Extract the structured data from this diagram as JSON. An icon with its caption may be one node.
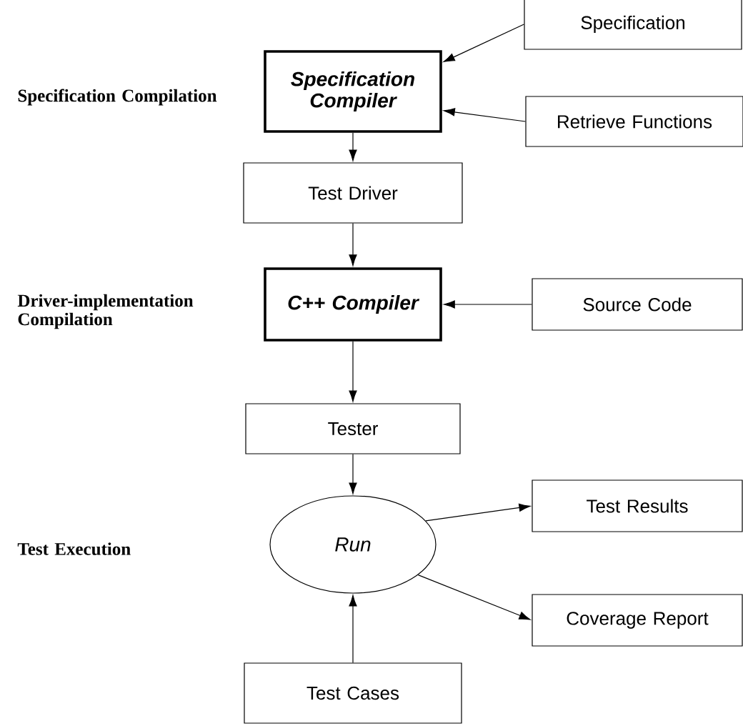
{
  "diagram": {
    "nodes": [
      {
        "text": [
          "Specification"
        ]
      },
      {
        "text": [
          "Specification Compiler"
        ]
      },
      {
        "text": [
          "Retrieve Functions"
        ]
      },
      {
        "text": [
          "Test Driver"
        ]
      },
      {
        "text": [
          "C++ Compiler"
        ]
      },
      {
        "text": [
          "Source Code"
        ]
      },
      {
        "text": [
          "Tester"
        ]
      },
      {
        "text": [
          "Run"
        ]
      },
      {
        "text": [
          "Test Results"
        ]
      },
      {
        "text": [
          "Coverage Report"
        ]
      },
      {
        "text": [
          "Test Cases"
        ]
      }
    ],
    "edges": [
      {
        "from": 0,
        "to": 1,
        "arrow": "to"
      },
      {
        "from": 2,
        "to": 1,
        "arrow": "to"
      },
      {
        "from": 1,
        "to": 3,
        "arrow": "to"
      },
      {
        "from": 3,
        "to": 4,
        "arrow": "to"
      },
      {
        "from": 5,
        "to": 4,
        "arrow": "to"
      },
      {
        "from": 4,
        "to": 6,
        "arrow": "to"
      },
      {
        "from": 6,
        "to": 7,
        "arrow": "to"
      },
      {
        "from": 7,
        "to": 8,
        "arrow": "to"
      },
      {
        "from": 7,
        "to": 9,
        "arrow": "to"
      },
      {
        "from": 10,
        "to": 7,
        "arrow": "to"
      }
    ],
    "labels": [
      "Specification Compilation",
      "Driver-implementation Compilation",
      "Test Execution"
    ]
  }
}
